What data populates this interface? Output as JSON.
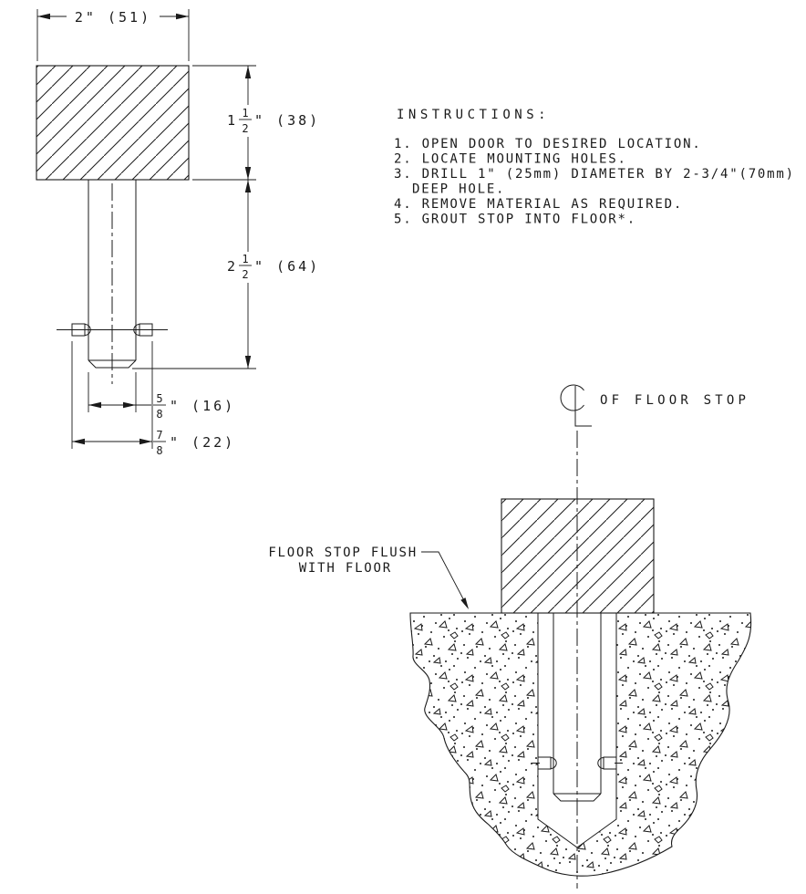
{
  "drawing": {
    "front_view": {
      "width_dim": "2\" (51)",
      "head_height": {
        "whole": "1",
        "num": "1",
        "den": "2",
        "rest": "\" (38)"
      },
      "stem_length": {
        "whole": "2",
        "num": "1",
        "den": "2",
        "rest": "\" (64)"
      },
      "tip_width": {
        "num": "5",
        "den": "8",
        "rest": "\" (16)"
      },
      "pin_width": {
        "num": "7",
        "den": "8",
        "rest": "\" (22)"
      }
    },
    "instructions": {
      "title": "INSTRUCTIONS:",
      "lines": [
        "1. OPEN DOOR TO DESIRED LOCATION.",
        "2. LOCATE MOUNTING HOLES.",
        "3. DRILL 1\" (25mm) DIAMETER BY 2-3/4\"(70mm)",
        "DEEP HOLE.",
        "4. REMOVE MATERIAL AS REQUIRED.",
        "5. GROUT STOP INTO FLOOR*."
      ]
    },
    "section_view": {
      "centerline_label": "OF FLOOR STOP",
      "flush_label_line1": "FLOOR STOP FLUSH",
      "flush_label_line2": "WITH FLOOR"
    },
    "colors": {
      "line": "#1a1a1a",
      "background": "#ffffff"
    }
  }
}
